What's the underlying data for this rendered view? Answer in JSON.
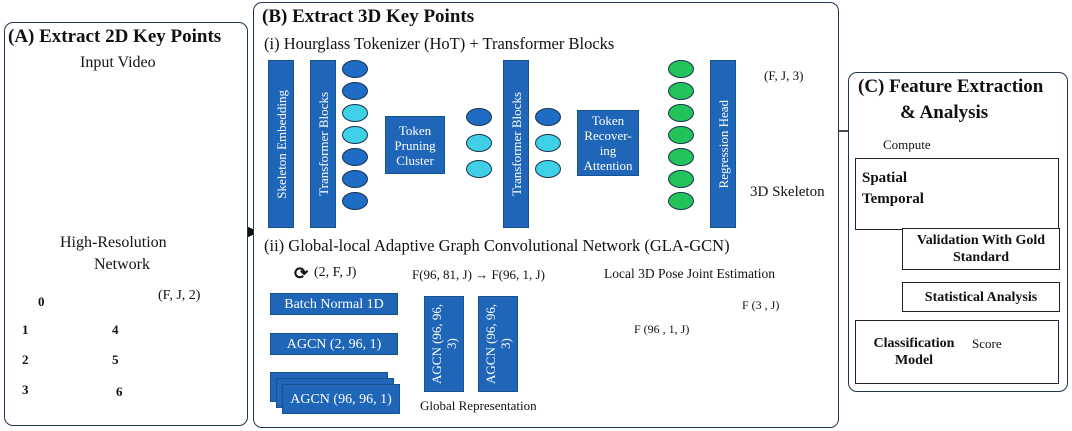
{
  "panelA": {
    "title": "(A) Extract 2D Key Points",
    "input_video": "Input Video",
    "hrnet_line1": "High-Resolution",
    "hrnet_line2": "Network",
    "tree_nodes": [
      "0",
      "1",
      "4",
      "2",
      "5",
      "3",
      "6"
    ],
    "dim_label": "(F, J, 2)"
  },
  "panelB": {
    "title": "(B) Extract 3D Key Points",
    "sub_i": "(i) Hourglass Tokenizer (HoT) + Transformer Blocks",
    "skeleton_embedding": "Skeleton Embedding",
    "transformer_blocks_1": "Transformer Blocks",
    "token_pruning": "Token Pruning Cluster",
    "transformer_blocks_2": "Transformer Blocks",
    "token_recovering": "Token Recover- ing Attention",
    "regression_head": "Regression Head",
    "out_dim": "(F, J, 3)",
    "skeleton_label": "3D Skeleton",
    "sub_ii": "(ii) Global-local Adaptive Graph Convolutional Network (GLA-GCN)",
    "input_shape": "(2, F, J)",
    "batch_norm": "Batch Normal 1D",
    "agcn1": "AGCN (2, 96, 1)",
    "agcn2": "AGCN (96, 96, 1)",
    "global_shape": "F(96, 81, J) → F(96, 1, J)",
    "agcn_g1": "AGCN (96, 96, 3)",
    "agcn_g2": "AGCN (96, 96, 3)",
    "global_rep": "Global Representation",
    "local_title": "Local 3D Pose Joint Estimation",
    "f96": "F (96 , 1, J)",
    "f3": "F (3 , J)"
  },
  "panelC": {
    "title_line1": "(C) Feature Extraction",
    "title_line2": "& Analysis",
    "compute": "Compute",
    "spatial": "Spatial",
    "temporal": "Temporal",
    "validation": "Validation With Gold Standard",
    "statistical": "Statistical Analysis",
    "classification": "Classification Model",
    "score": "Score"
  }
}
